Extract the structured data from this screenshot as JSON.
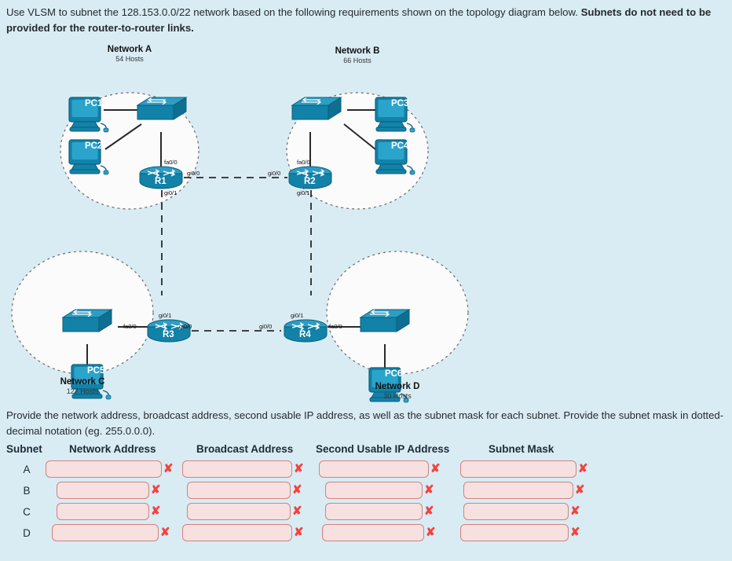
{
  "prompt": {
    "text_normal": "Use VLSM to subnet the 128.153.0.0/22 network based on the following requirements shown on the topology diagram below. ",
    "text_bold": "Subnets do not need to be provided for the router-to-router links."
  },
  "topology": {
    "networks": [
      {
        "id": "A",
        "title": "Network A",
        "hosts": "54 Hosts"
      },
      {
        "id": "B",
        "title": "Network B",
        "hosts": "66 Hosts"
      },
      {
        "id": "C",
        "title": "Network C",
        "hosts": "127 Hosts"
      },
      {
        "id": "D",
        "title": "Network D",
        "hosts": "30 Hosts"
      }
    ],
    "pcs": [
      "PC1",
      "PC2",
      "PC3",
      "PC4",
      "PC5",
      "PC6"
    ],
    "routers": [
      "R1",
      "R2",
      "R3",
      "R4"
    ],
    "interfaces": {
      "r1_fa": "fa0/0",
      "r1_g00": "gi0/0",
      "r1_g01": "gi0/1",
      "r2_fa": "fa0/0",
      "r2_g00": "gi0/0",
      "r2_g01": "gi0/1",
      "r3_fa": "fa0/0",
      "r3_g00": "gi0/0",
      "r3_g01": "gi0/1",
      "r4_fa": "fa0/0",
      "r4_g00": "gi0/0",
      "r4_g01": "gi0/1"
    },
    "colors": {
      "device_fill": "#1282a8",
      "device_dark": "#0e6b8a",
      "cloud_fill": "#fbfbfb",
      "link": "#2a2a2a",
      "background": "#d9ecf4"
    }
  },
  "instructions": {
    "text": "Provide the network address, broadcast address, second usable IP address, as well as the subnet mask for each subnet. Provide the subnet mask in dotted-decimal notation (eg. 255.0.0.0)."
  },
  "table": {
    "headers": {
      "subnet": "Subnet",
      "network_address": "Network Address",
      "broadcast_address": "Broadcast Address",
      "second_usable": "Second Usable IP Address",
      "subnet_mask": "Subnet Mask"
    },
    "rows": [
      {
        "label": "A",
        "network_address": "",
        "broadcast_address": "",
        "second_usable": "",
        "subnet_mask": ""
      },
      {
        "label": "B",
        "network_address": "",
        "broadcast_address": "",
        "second_usable": "",
        "subnet_mask": ""
      },
      {
        "label": "C",
        "network_address": "",
        "broadcast_address": "",
        "second_usable": "",
        "subnet_mask": ""
      },
      {
        "label": "D",
        "network_address": "",
        "broadcast_address": "",
        "second_usable": "",
        "subnet_mask": ""
      }
    ],
    "status_marker": "✘",
    "colors": {
      "field_fill": "#f6e0e0",
      "field_border": "#d1837f",
      "marker": "#f5423c"
    }
  }
}
